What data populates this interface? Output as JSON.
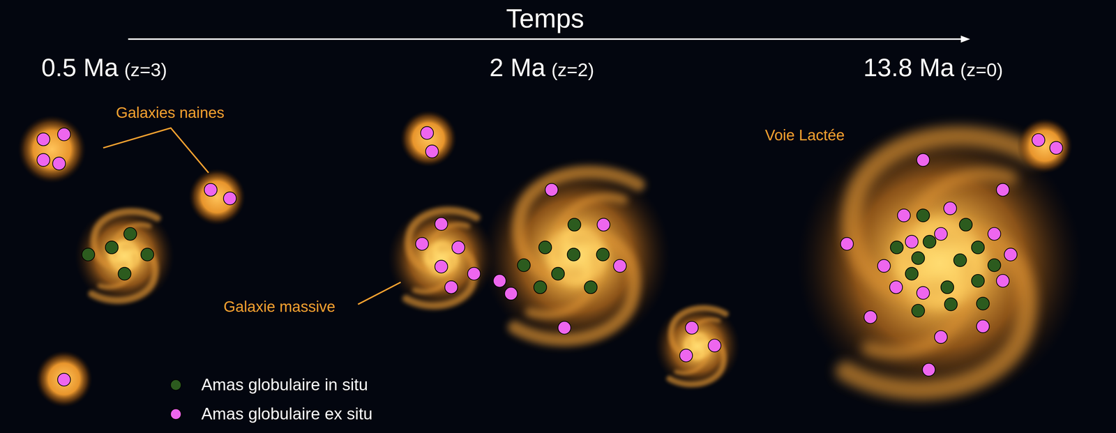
{
  "diagram": {
    "labels": [
      "Temps",
      "0.5 Ma",
      "(z=3)",
      "2 Ma",
      "(z=2)",
      "13.8 Ma",
      "(z=0)",
      "Galaxies naines",
      "Galaxie massive",
      "Voie Lactée"
    ],
    "legend": [
      {
        "text": "Amas globulaire in situ",
        "color": "#2c5b1e"
      },
      {
        "text": "Amas globulaire ex situ",
        "color": "#ee66ee"
      }
    ]
  }
}
